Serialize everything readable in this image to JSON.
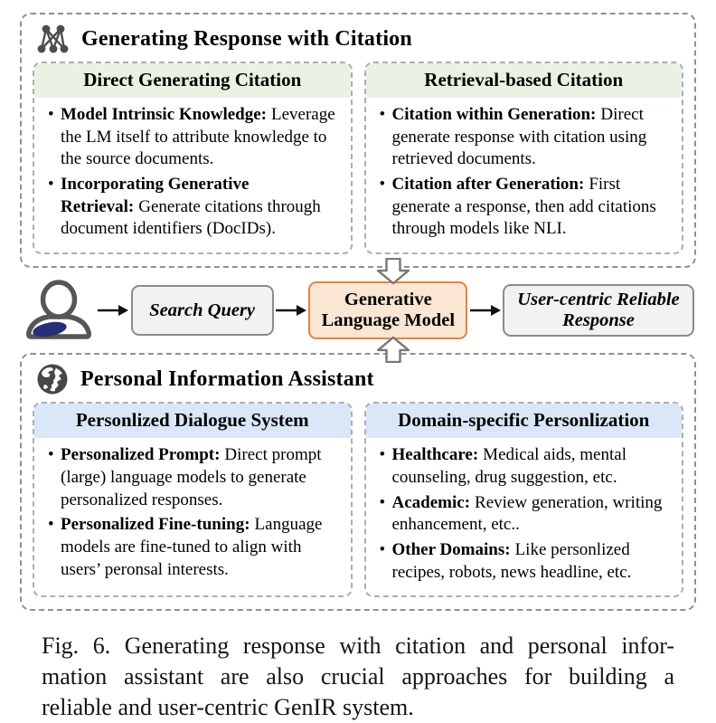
{
  "figure": {
    "top_section": {
      "title": "Generating Response with Citation",
      "accent_color": "#EAF2E3",
      "icon": "network-graph-icon",
      "boxes": [
        {
          "header": "Direct Generating Citation",
          "bullets": [
            {
              "label": "Model Intrinsic Knowledge:",
              "text": "Leverage the LM itself to attribute knowledge to the source documents."
            },
            {
              "label": "Incorporating Generative Retrieval:",
              "text": "Generate citations through document identifiers (DocIDs)."
            }
          ]
        },
        {
          "header": "Retrieval-based Citation",
          "bullets": [
            {
              "label": "Citation within Generation:",
              "text": "Direct generate response with citation using retrieved documents."
            },
            {
              "label": "Citation after Generation:",
              "text": "First generate a response, then add citations through models like NLI."
            }
          ]
        }
      ]
    },
    "pipeline": {
      "user_icon": "user-icon",
      "query_label": "Search Query",
      "model_label_line1": "Generative",
      "model_label_line2": "Language Model",
      "response_label": "User-centric Reliable Response",
      "model_border_color": "#E8823C",
      "model_fill_color": "#FBE5D3"
    },
    "bottom_section": {
      "title": "Personal Information Assistant",
      "accent_color": "#D9E7F8",
      "icon": "globe-icon",
      "boxes": [
        {
          "header": "Personlized Dialogue System",
          "bullets": [
            {
              "label": "Personalized Prompt:",
              "text": "Direct prompt (large) language models to generate personalized responses."
            },
            {
              "label": "Personalized Fine-tuning:",
              "text": "Language models are fine-tuned to align with users’ peronsal interests."
            }
          ]
        },
        {
          "header": "Domain-specific Personlization",
          "bullets": [
            {
              "label": "Healthcare:",
              "text": "Medical aids, mental counseling, drug suggestion, etc."
            },
            {
              "label": "Academic:",
              "text": "Review generation, writing enhancement, etc.."
            },
            {
              "label": "Other Domains:",
              "text": "Like personlized recipes, robots, news headline, etc."
            }
          ]
        }
      ]
    },
    "caption": {
      "lines": [
        "Fig. 6. Generating response with citation and personal infor-",
        "mation assistant are also crucial approaches for building a",
        "reliable and user-centric GenIR system."
      ]
    }
  }
}
